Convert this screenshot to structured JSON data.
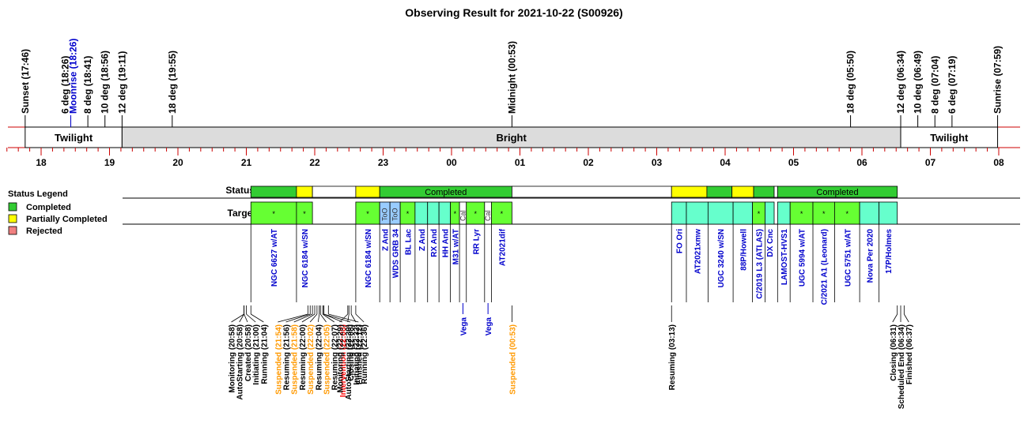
{
  "title": "Observing Result for 2021-10-22 (S00926)",
  "chart_data": {
    "type": "timeline",
    "time_axis": {
      "start": "17:30",
      "end": "08:00",
      "hour_labels": [
        "18",
        "19",
        "20",
        "21",
        "22",
        "23",
        "00",
        "01",
        "02",
        "03",
        "04",
        "05",
        "06",
        "07",
        "08"
      ]
    },
    "twilight_events": [
      {
        "label": "Sunset (17:46)",
        "time": "17:46",
        "color": "#000000"
      },
      {
        "label": "6 deg (18:26)",
        "time": "18:26",
        "color": "#000000"
      },
      {
        "label": "Moonrise (18:26)",
        "time": "18:26",
        "color": "#0000cc"
      },
      {
        "label": "8 deg (18:41)",
        "time": "18:41",
        "color": "#000000"
      },
      {
        "label": "10 deg (18:56)",
        "time": "18:56",
        "color": "#000000"
      },
      {
        "label": "12 deg (19:11)",
        "time": "19:11",
        "color": "#000000"
      },
      {
        "label": "18 deg (19:55)",
        "time": "19:55",
        "color": "#000000"
      },
      {
        "label": "Midnight (00:53)",
        "time": "00:53",
        "color": "#000000"
      },
      {
        "label": "18 deg (05:50)",
        "time": "05:50",
        "color": "#000000"
      },
      {
        "label": "12 deg (06:34)",
        "time": "06:34",
        "color": "#000000"
      },
      {
        "label": "10 deg (06:49)",
        "time": "06:49",
        "color": "#000000"
      },
      {
        "label": "8 deg (07:04)",
        "time": "07:04",
        "color": "#000000"
      },
      {
        "label": "6 deg (07:19)",
        "time": "07:19",
        "color": "#000000"
      },
      {
        "label": "Sunrise (07:59)",
        "time": "07:59",
        "color": "#000000"
      }
    ],
    "sky_periods": [
      {
        "label": "Twilight",
        "start": "17:46",
        "end": "19:11",
        "fill": "#ffffff"
      },
      {
        "label": "Bright",
        "start": "19:11",
        "end": "06:34",
        "fill": "#dcdcdc"
      },
      {
        "label": "Twilight",
        "start": "06:34",
        "end": "07:59",
        "fill": "#ffffff"
      }
    ],
    "row_labels": {
      "status": "Status",
      "targets": "Targets"
    },
    "legend": {
      "title": "Status Legend",
      "items": [
        {
          "label": "Completed",
          "color": "#33cc33"
        },
        {
          "label": "Partially Completed",
          "color": "#ffff00"
        },
        {
          "label": "Rejected",
          "color": "#f08080"
        }
      ]
    },
    "status_blocks": [
      {
        "start": "21:04",
        "end": "21:44",
        "state": "completed",
        "label": ""
      },
      {
        "start": "21:44",
        "end": "21:58",
        "state": "partial",
        "label": ""
      },
      {
        "start": "21:58",
        "end": "22:36",
        "state": "idle",
        "label": ""
      },
      {
        "start": "22:36",
        "end": "22:57",
        "state": "partial",
        "label": ""
      },
      {
        "start": "22:57",
        "end": "00:53",
        "state": "completed",
        "label": "Completed"
      },
      {
        "start": "00:53",
        "end": "03:13",
        "state": "idle",
        "label": ""
      },
      {
        "start": "03:13",
        "end": "03:44",
        "state": "partial",
        "label": ""
      },
      {
        "start": "03:44",
        "end": "04:06",
        "state": "completed",
        "label": ""
      },
      {
        "start": "04:06",
        "end": "04:25",
        "state": "partial",
        "label": ""
      },
      {
        "start": "04:25",
        "end": "04:43",
        "state": "completed",
        "label": ""
      },
      {
        "start": "04:43",
        "end": "04:46",
        "state": "idle",
        "label": ""
      },
      {
        "start": "04:46",
        "end": "06:31",
        "state": "completed",
        "label": "Completed"
      }
    ],
    "targets": [
      {
        "name": "NGC 6627 w/AT",
        "start": "21:04",
        "end": "21:44",
        "color": "#66ff33",
        "mark": "*"
      },
      {
        "name": "NGC 6184 w/SN",
        "start": "21:44",
        "end": "21:58",
        "color": "#66ff33",
        "mark": "*"
      },
      {
        "name": "NGC 6184 w/SN",
        "start": "22:36",
        "end": "22:57",
        "color": "#66ff33",
        "mark": "*"
      },
      {
        "name": "Z And",
        "start": "22:57",
        "end": "23:06",
        "color": "#99ccff",
        "mark": "ToO"
      },
      {
        "name": "WDS GRB 34",
        "start": "23:06",
        "end": "23:15",
        "color": "#99ccff",
        "mark": "ToO"
      },
      {
        "name": "BL Lac",
        "start": "23:15",
        "end": "23:28",
        "color": "#66ff33",
        "mark": "*"
      },
      {
        "name": "Z And",
        "start": "23:28",
        "end": "23:39",
        "color": "#66ffcc",
        "mark": ""
      },
      {
        "name": "RX And",
        "start": "23:39",
        "end": "23:49",
        "color": "#66ffcc",
        "mark": ""
      },
      {
        "name": "HH And",
        "start": "23:49",
        "end": "23:59",
        "color": "#66ffcc",
        "mark": ""
      },
      {
        "name": "M31 w/AT",
        "start": "23:59",
        "end": "00:07",
        "color": "#66ff33",
        "mark": "*"
      },
      {
        "name": "",
        "start": "00:07",
        "end": "00:13",
        "color": "#ffffff",
        "mark": "Cal"
      },
      {
        "name": "RR Lyr",
        "start": "00:13",
        "end": "00:29",
        "color": "#66ff33",
        "mark": "*"
      },
      {
        "name": "",
        "start": "00:29",
        "end": "00:35",
        "color": "#ffffff",
        "mark": "Cal"
      },
      {
        "name": "AT2021dif",
        "start": "00:35",
        "end": "00:53",
        "color": "#66ff33",
        "mark": "*"
      },
      {
        "name": "FO Ori",
        "start": "03:13",
        "end": "03:26",
        "color": "#66ffcc",
        "mark": ""
      },
      {
        "name": "AT2021xmw",
        "start": "03:26",
        "end": "03:45",
        "color": "#66ffcc",
        "mark": ""
      },
      {
        "name": "UGC 3240 w/SN",
        "start": "03:45",
        "end": "04:07",
        "color": "#66ffcc",
        "mark": ""
      },
      {
        "name": "88P/Howell",
        "start": "04:07",
        "end": "04:24",
        "color": "#66ffcc",
        "mark": ""
      },
      {
        "name": "C/2019 L3 (ATLAS)",
        "start": "04:24",
        "end": "04:35",
        "color": "#66ff33",
        "mark": "*"
      },
      {
        "name": "DX Cnc",
        "start": "04:35",
        "end": "04:43",
        "color": "#66ffcc",
        "mark": ""
      },
      {
        "name": "LAMOST-HVS1",
        "start": "04:46",
        "end": "04:57",
        "color": "#66ffcc",
        "mark": ""
      },
      {
        "name": "UGC 5994 w/AT",
        "start": "04:57",
        "end": "05:17",
        "color": "#66ff33",
        "mark": "*"
      },
      {
        "name": "C/2021 A1 (Leonard)",
        "start": "05:17",
        "end": "05:36",
        "color": "#66ff33",
        "mark": "*"
      },
      {
        "name": "UGC 5751 w/AT",
        "start": "05:36",
        "end": "05:58",
        "color": "#66ff33",
        "mark": "*"
      },
      {
        "name": "Nova Per 2020",
        "start": "05:58",
        "end": "06:15",
        "color": "#66ffcc",
        "mark": ""
      },
      {
        "name": "17P/Holmes",
        "start": "06:15",
        "end": "06:31",
        "color": "#66ffcc",
        "mark": ""
      }
    ],
    "calibration_markers": [
      {
        "name": "Vega",
        "time": "00:10"
      },
      {
        "name": "Vega",
        "time": "00:32"
      }
    ],
    "events": [
      {
        "label": "Monitoring (20:58)",
        "time": "20:58",
        "kind": "normal"
      },
      {
        "label": "AutoStarting (20:58)",
        "time": "20:58",
        "kind": "normal"
      },
      {
        "label": "Created (20:58)",
        "time": "20:58",
        "kind": "normal"
      },
      {
        "label": "Initiating (21:00)",
        "time": "21:00",
        "kind": "normal"
      },
      {
        "label": "Running (21:04)",
        "time": "21:04",
        "kind": "normal"
      },
      {
        "label": "Suspended (21:54)",
        "time": "21:54",
        "kind": "suspended"
      },
      {
        "label": "Resuming (21:56)",
        "time": "21:56",
        "kind": "normal"
      },
      {
        "label": "Suspended (21:58)",
        "time": "21:58",
        "kind": "suspended"
      },
      {
        "label": "Resuming (22:00)",
        "time": "22:00",
        "kind": "normal"
      },
      {
        "label": "Suspended (22:02)",
        "time": "22:02",
        "kind": "suspended"
      },
      {
        "label": "Resuming (22:04)",
        "time": "22:04",
        "kind": "normal"
      },
      {
        "label": "Suspended (22:05)",
        "time": "22:05",
        "kind": "suspended"
      },
      {
        "label": "Resuming (22:07)",
        "time": "22:07",
        "kind": "normal"
      },
      {
        "label": "Intervention (22:08)",
        "time": "22:08",
        "kind": "intervention"
      },
      {
        "label": "Closing (22:08)",
        "time": "22:08",
        "kind": "normal"
      },
      {
        "label": "Finished (22:12)",
        "time": "22:12",
        "kind": "normal"
      },
      {
        "label": "Monitoring (22:29)",
        "time": "22:29",
        "kind": "normal"
      },
      {
        "label": "AutoStarting (22:30)",
        "time": "22:30",
        "kind": "normal"
      },
      {
        "label": "Initiating (22:32)",
        "time": "22:32",
        "kind": "normal"
      },
      {
        "label": "Running (22:36)",
        "time": "22:36",
        "kind": "normal"
      },
      {
        "label": "Suspended (00:53)",
        "time": "00:53",
        "kind": "suspended"
      },
      {
        "label": "Resuming (03:13)",
        "time": "03:13",
        "kind": "normal"
      },
      {
        "label": "Closing (06:31)",
        "time": "06:31",
        "kind": "normal"
      },
      {
        "label": "Scheduled End (06:34)",
        "time": "06:34",
        "kind": "normal"
      },
      {
        "label": "Finished (06:37)",
        "time": "06:37",
        "kind": "normal"
      }
    ],
    "colors": {
      "completed": "#33cc33",
      "partial": "#ffff00",
      "idle": "#ffffff",
      "target_label": "#0000cc",
      "event_normal": "#000000",
      "event_suspended": "#ff9900",
      "event_intervention": "#ff0000",
      "axis": "#cc0000",
      "bright_fill": "#dcdcdc"
    }
  }
}
